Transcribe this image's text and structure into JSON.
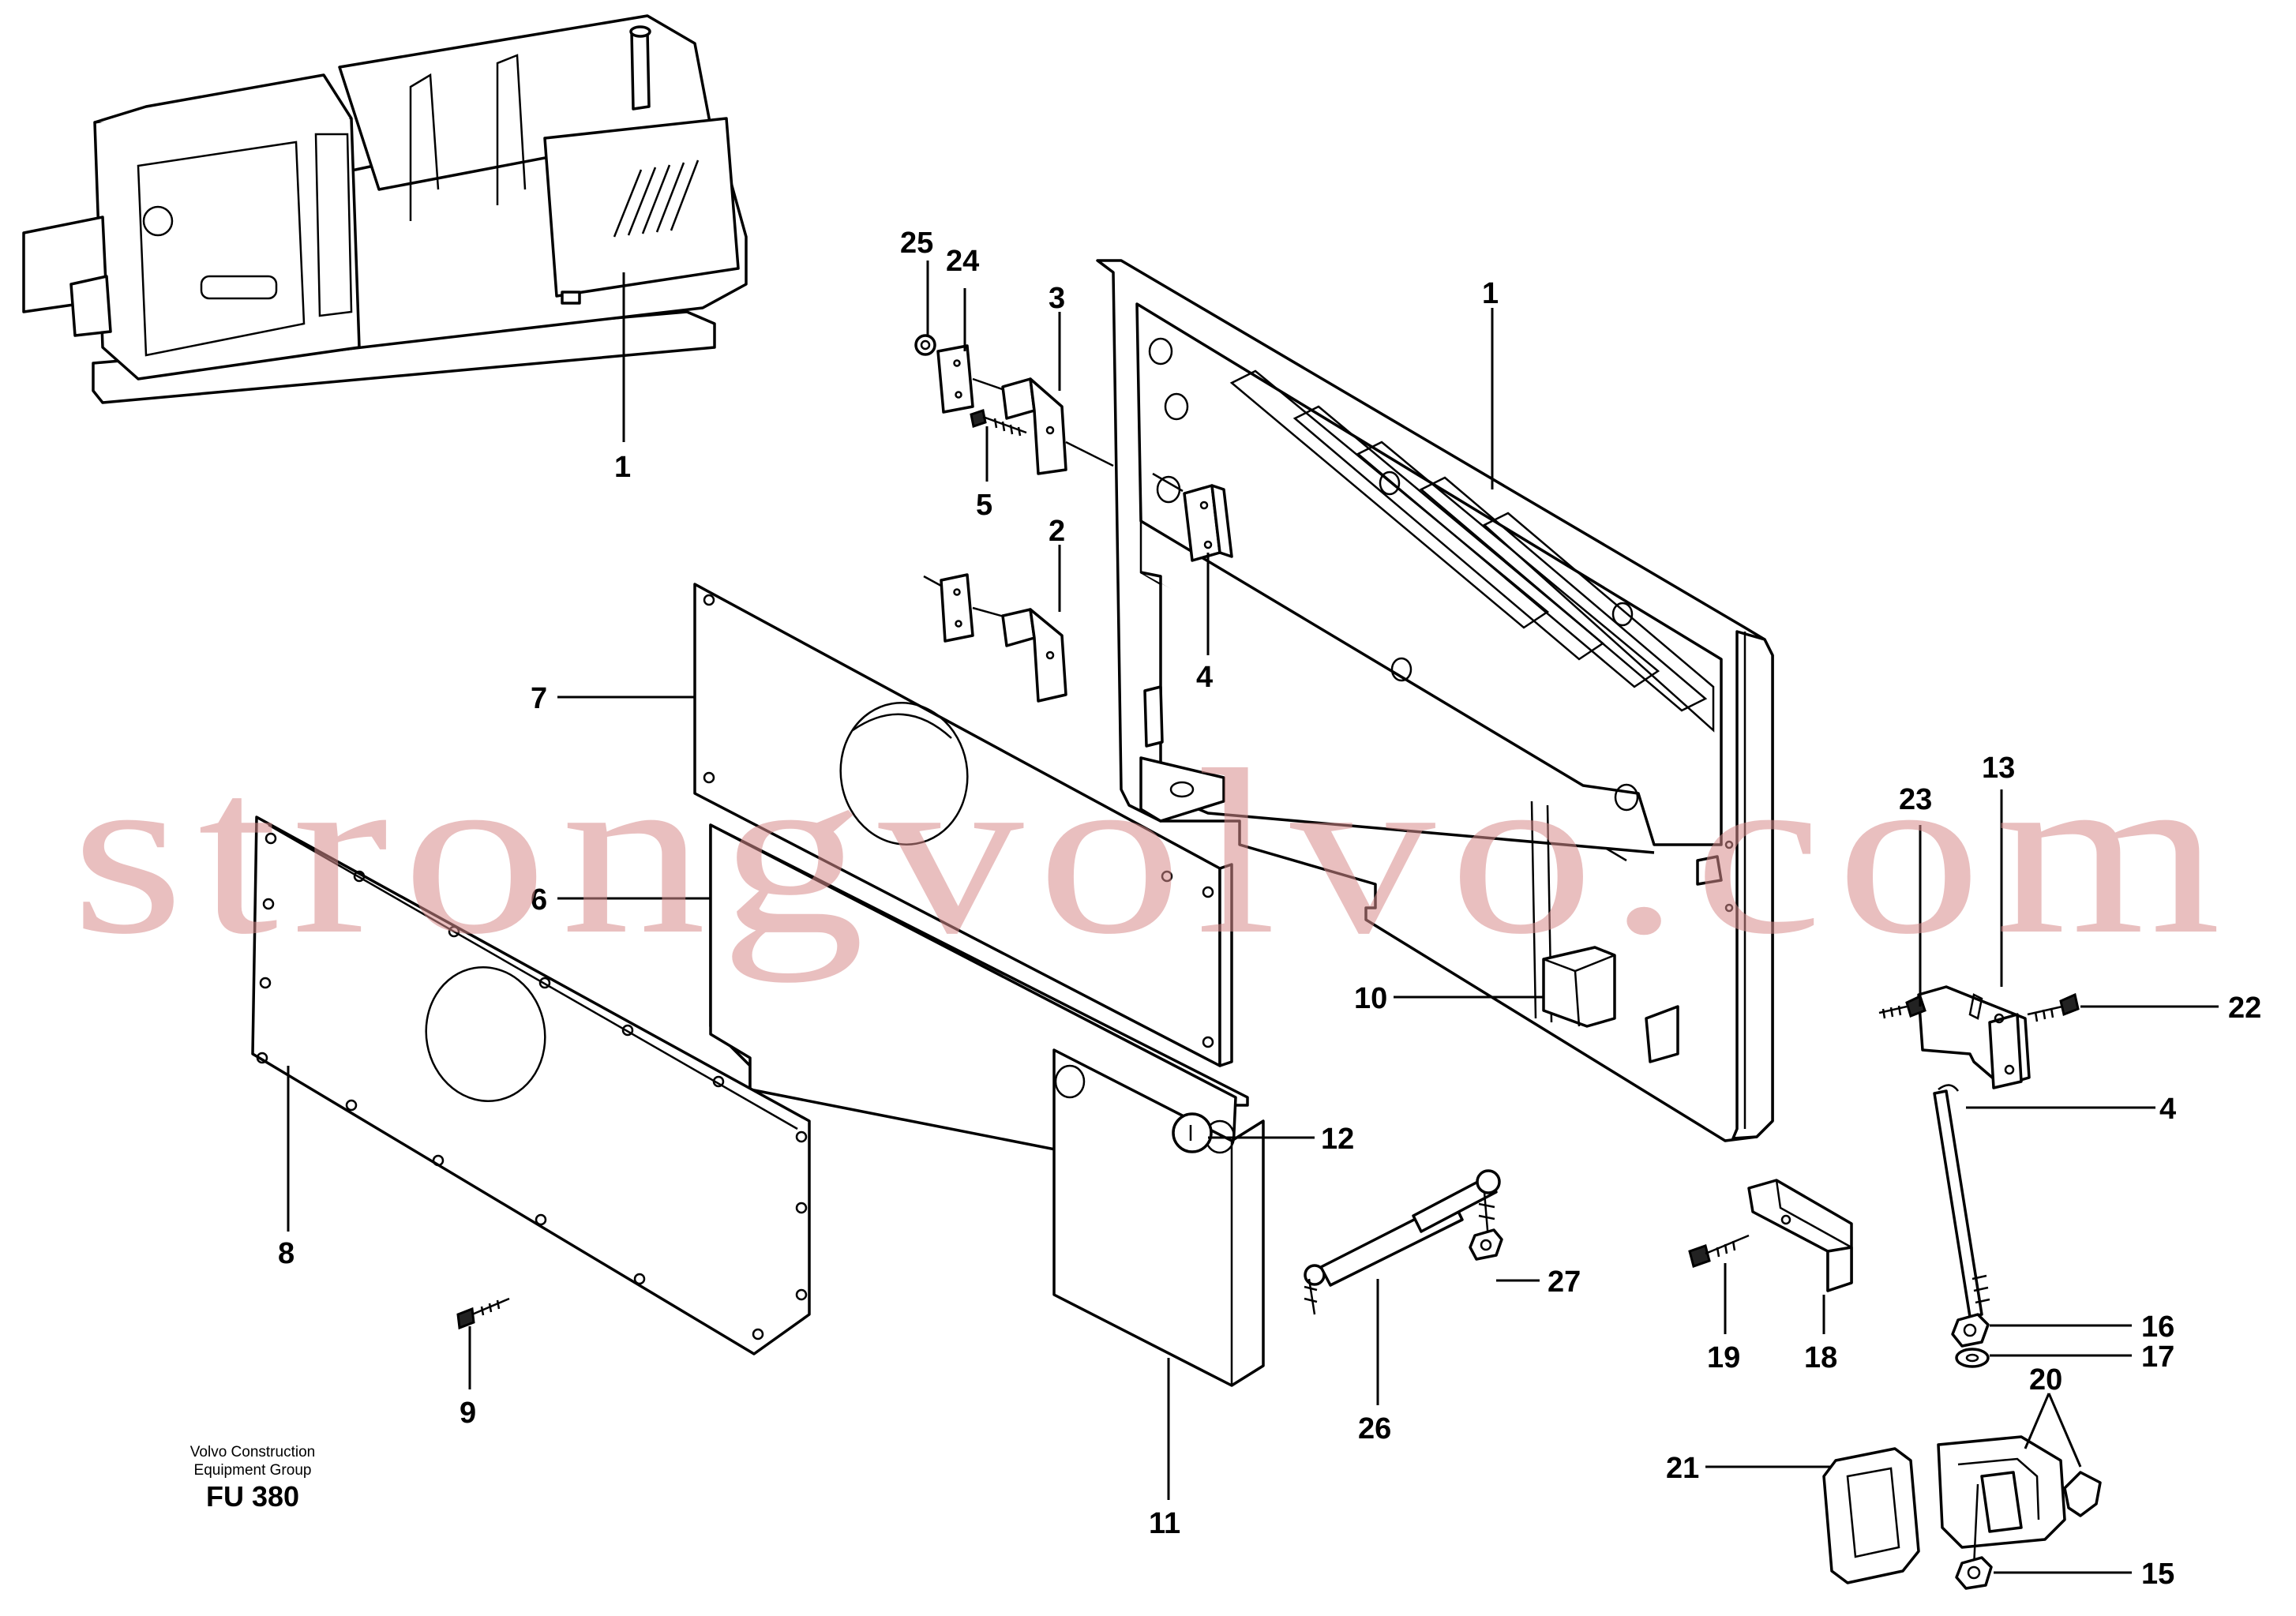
{
  "diagram": {
    "callouts": {
      "c1_thumb": "1",
      "c1": "1",
      "c2": "2",
      "c3": "3",
      "c4a": "4",
      "c4b": "4",
      "c5": "5",
      "c6": "6",
      "c7": "7",
      "c8": "8",
      "c9": "9",
      "c10": "10",
      "c11": "11",
      "c12": "12",
      "c13": "13",
      "c15": "15",
      "c16": "16",
      "c17": "17",
      "c18": "18",
      "c19": "19",
      "c20": "20",
      "c21": "21",
      "c22": "22",
      "c23": "23",
      "c24": "24",
      "c25": "25",
      "c26": "26",
      "c27": "27"
    },
    "credit_line1": "Volvo Construction",
    "credit_line2": "Equipment Group",
    "figure_code": "FU 380",
    "watermark": "strongvolvo.com"
  }
}
